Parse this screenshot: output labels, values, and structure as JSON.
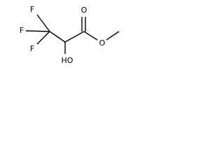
{
  "molecule": {
    "labels": {
      "f_top": "F",
      "f_left": "F",
      "f_bottom": "F",
      "carbonyl_o": "O",
      "ester_o": "O",
      "hydroxyl": "HO"
    }
  }
}
